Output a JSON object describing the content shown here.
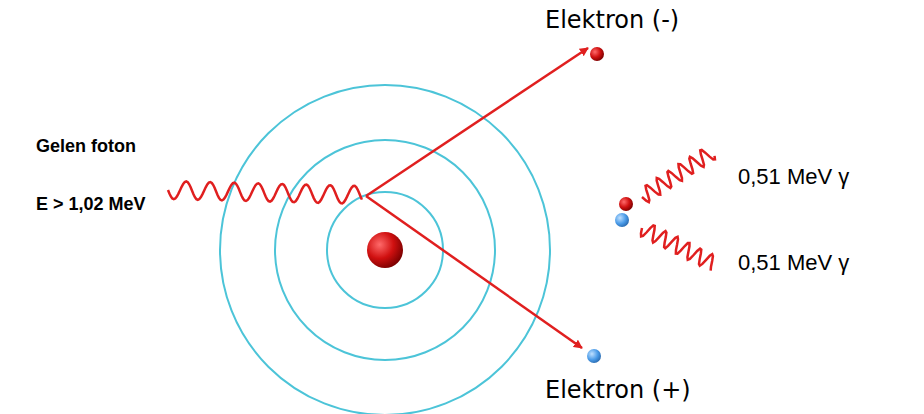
{
  "diagram": {
    "labels": [
      "Elektron (-)",
      "Gelen foton",
      "E > 1,02 MeV",
      "0,51 MeV γ",
      "0,51 MeV γ",
      "Elektron (+)"
    ]
  }
}
